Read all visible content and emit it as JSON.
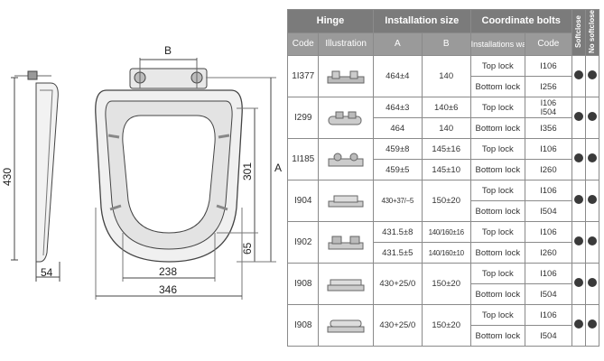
{
  "drawing": {
    "dim_B": "B",
    "dim_A": "A",
    "dim_height": "430",
    "dim_depth": "54",
    "dim_301": "301",
    "dim_65": "65",
    "dim_238": "238",
    "dim_346": "346"
  },
  "table": {
    "headers": {
      "hinge": "Hinge",
      "install_size": "Installation size",
      "bolts": "Coordinate bolts",
      "softclose": "Softclose",
      "no_softclose": "No softclose"
    },
    "subheaders": {
      "code": "Code",
      "illustration": "Illustration",
      "a": "A",
      "b": "B",
      "install_way": "Installations way",
      "code2": "Code"
    },
    "rows": [
      {
        "code": "1I377",
        "a": [
          "464±4"
        ],
        "b": [
          "140"
        ],
        "ways": [
          "Top lock",
          "Bottom lock"
        ],
        "bolts": [
          "I106",
          "I256"
        ]
      },
      {
        "code": "I299",
        "a": [
          "464±3",
          "464"
        ],
        "b": [
          "140±6",
          "140"
        ],
        "ways": [
          "Top lock",
          "Bottom lock"
        ],
        "bolts": [
          "I106",
          "I504",
          "I356"
        ]
      },
      {
        "code": "1I185",
        "a": [
          "459±8",
          "459±5"
        ],
        "b": [
          "145±16",
          "145±10"
        ],
        "ways": [
          "Top lock",
          "Bottom lock"
        ],
        "bolts": [
          "I106",
          "I260"
        ]
      },
      {
        "code": "I904",
        "a": [
          "430+37/−5"
        ],
        "b": [
          "150±20"
        ],
        "ways": [
          "Top lock",
          "Bottom lock"
        ],
        "bolts": [
          "I106",
          "I504"
        ]
      },
      {
        "code": "I902",
        "a": [
          "431.5±8",
          "431.5±5"
        ],
        "b": [
          "140/160±16",
          "140/160±10"
        ],
        "ways": [
          "Top lock",
          "Bottom lock"
        ],
        "bolts": [
          "I106",
          "I260"
        ]
      },
      {
        "code": "I908",
        "a": [
          "430+25/0"
        ],
        "b": [
          "150±20"
        ],
        "ways": [
          "Top lock",
          "Bottom lock"
        ],
        "bolts": [
          "I106",
          "I504"
        ]
      },
      {
        "code": "I908",
        "a": [
          "430+25/0"
        ],
        "b": [
          "150±20"
        ],
        "ways": [
          "Top lock",
          "Bottom lock"
        ],
        "bolts": [
          "I106",
          "I504"
        ]
      }
    ]
  }
}
